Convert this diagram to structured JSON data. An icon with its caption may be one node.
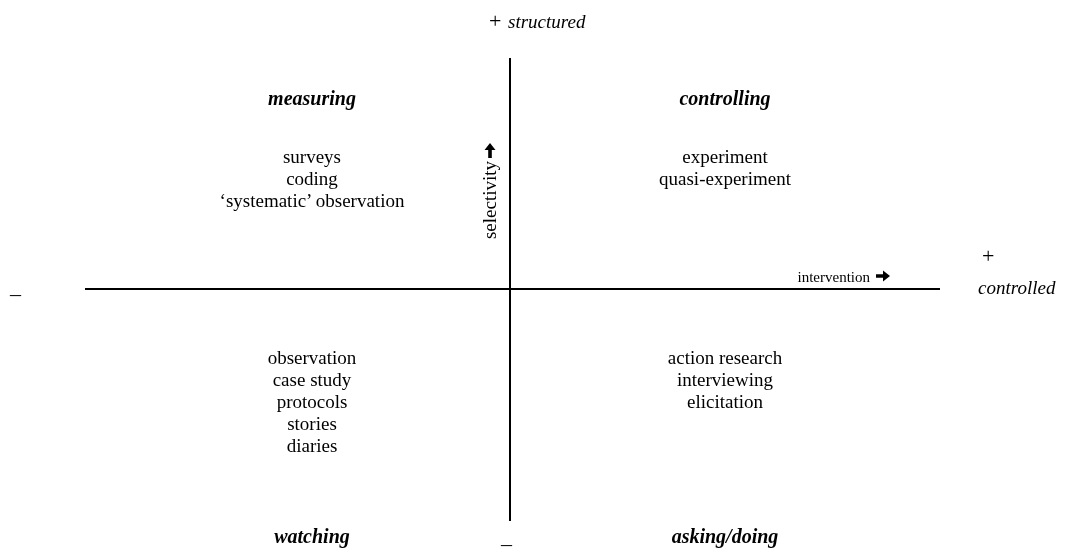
{
  "diagram": {
    "labels": [
      "+",
      "structured",
      "measuring",
      "controlling",
      "surveys",
      "coding",
      "‘systematic’ observation",
      "selectivity",
      "experiment",
      "quasi-experiment",
      "+",
      "–",
      "intervention",
      "controlled",
      "observation",
      "case study",
      "protocols",
      "stories",
      "diaries",
      "action research",
      "interviewing",
      "elicitation",
      "watching",
      "asking/doing",
      "–"
    ]
  }
}
